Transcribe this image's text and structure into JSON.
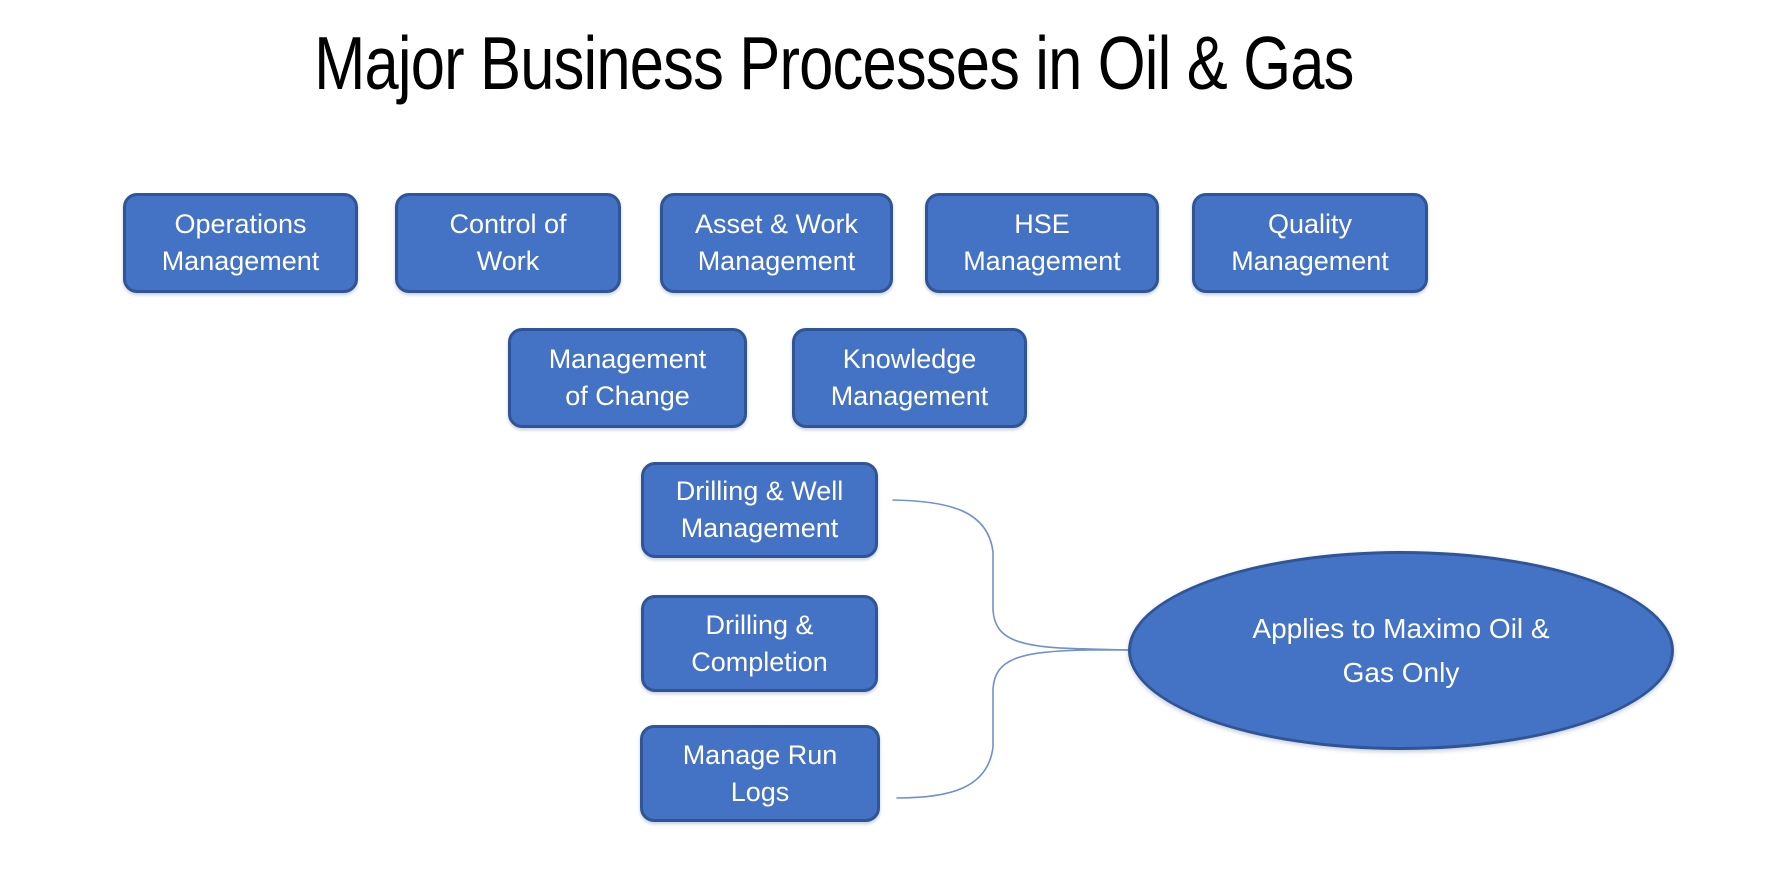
{
  "title": "Major Business Processes in Oil & Gas",
  "colors": {
    "background": "#FFFFFF",
    "title_text": "#000000",
    "box_fill": "#4472C4",
    "box_border": "#2F5597",
    "box_text": "#FFFFFF",
    "connector": "#7090CE"
  },
  "process_rows": {
    "row1": [
      {
        "label": "Operations Management",
        "lines": [
          "Operations",
          "Management"
        ]
      },
      {
        "label": "Control of Work",
        "lines": [
          "Control of",
          "Work"
        ]
      },
      {
        "label": "Asset & Work Management",
        "lines": [
          "Asset & Work",
          "Management"
        ]
      },
      {
        "label": "HSE Management",
        "lines": [
          "HSE",
          "Management"
        ]
      },
      {
        "label": "Quality Management",
        "lines": [
          "Quality",
          "Management"
        ]
      }
    ],
    "row2": [
      {
        "label": "Management of Change",
        "lines": [
          "Management",
          "of Change"
        ]
      },
      {
        "label": "Knowledge Management",
        "lines": [
          "Knowledge",
          "Management"
        ]
      }
    ],
    "maximo_group": [
      {
        "label": "Drilling & Well Management",
        "lines": [
          "Drilling & Well",
          "Management"
        ]
      },
      {
        "label": "Drilling & Completion",
        "lines": [
          "Drilling &",
          "Completion"
        ]
      },
      {
        "label": "Manage Run Logs",
        "lines": [
          "Manage Run",
          "Logs"
        ]
      }
    ]
  },
  "annotation": {
    "label": "Applies to Maximo Oil & Gas Only",
    "lines": [
      "Applies to Maximo Oil &",
      "Gas Only"
    ]
  }
}
